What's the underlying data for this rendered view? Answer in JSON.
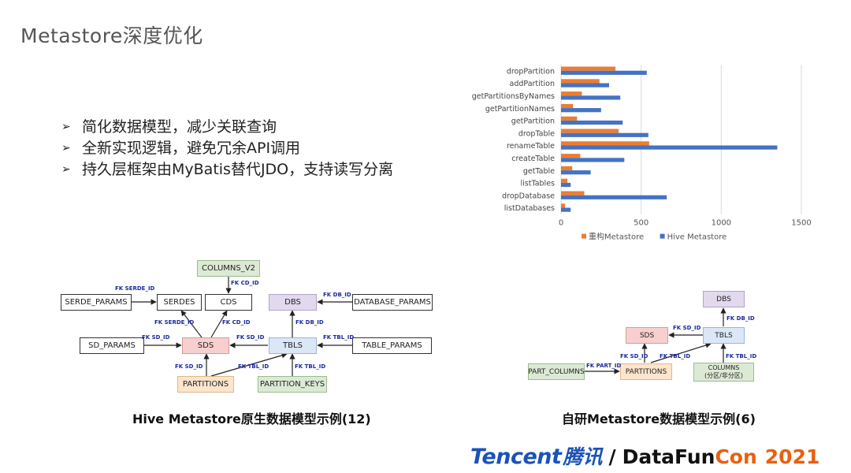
{
  "slide_title": "Metastore深度优化",
  "bullets": [
    "简化数据模型，减少关联查询",
    "全新实现逻辑，避免冗余API调用",
    "持久层框架由MyBatis替代JDO，支持读写分离"
  ],
  "chart_data": {
    "type": "bar",
    "orientation": "horizontal",
    "categories": [
      "dropPartition",
      "addPartition",
      "getPartitionsByNames",
      "getPartitionNames",
      "getPartition",
      "dropTable",
      "renameTable",
      "createTable",
      "getTable",
      "listTables",
      "dropDatabase",
      "listDatabases"
    ],
    "series": [
      {
        "name": "重构Metastore",
        "color": "#ED7D31",
        "values": [
          340,
          240,
          130,
          75,
          100,
          360,
          550,
          120,
          70,
          40,
          145,
          25
        ]
      },
      {
        "name": "Hive Metastore",
        "color": "#4472C4",
        "values": [
          535,
          300,
          370,
          250,
          385,
          545,
          1350,
          395,
          185,
          60,
          660,
          60
        ]
      }
    ],
    "xlim": [
      0,
      1500
    ],
    "xticks": [
      0,
      500,
      1000,
      1500
    ],
    "grid": true,
    "legend": "bottom"
  },
  "diagram_left": {
    "boxes": {
      "columns_v2": "COLUMNS_V2",
      "serde_params": "SERDE_PARAMS",
      "serdes": "SERDES",
      "cds": "CDS",
      "dbs": "DBS",
      "database_params": "DATABASE_PARAMS",
      "sd_params": "SD_PARAMS",
      "sds": "SDS",
      "tbls": "TBLS",
      "table_params": "TABLE_PARAMS",
      "partitions": "PARTITIONS",
      "partition_keys": "PARTITION_KEYS"
    },
    "fk": {
      "serde_id_top": "FK  SERDE_ID",
      "cd_id_top": "FK  CD_ID",
      "db_id_top": "FK  DB_ID",
      "serde_id_mid": "FK  SERDE_ID",
      "cd_id_mid": "FK  CD_ID",
      "db_id_mid": "FK  DB_ID",
      "sd_id_left": "FK  SD_ID",
      "sd_id_right": "FK  SD_ID",
      "tbl_id_right": "FK  TBL_ID",
      "sd_id_bottom": "FK  SD_ID",
      "tbl_id_bottom": "FK  TBL_ID",
      "tbl_id_keys": "FK  TBL_ID"
    },
    "caption": "Hive Metastore原生数据模型示例(12)"
  },
  "diagram_right": {
    "boxes": {
      "dbs": "DBS",
      "sds": "SDS",
      "tbls": "TBLS",
      "part_columns": "PART_COLUMNS",
      "partitions": "PARTITIONS",
      "columns": "COLUMNS",
      "columns_sub": "(分区/非分区)"
    },
    "fk": {
      "db_id": "FK  DB_ID",
      "sd_id_top": "FK  SD_ID",
      "sd_id": "FK  SD_ID",
      "tbl_id": "FK  TBL_ID",
      "part_id": "FK  PART_ID",
      "tbl_id_cols": "FK  TBL_ID"
    },
    "caption": "自研Metastore数据模型示例(6)"
  },
  "logo": {
    "tencent": "Tencent",
    "tencent_cn": "腾讯",
    "slash": "/",
    "datafun": "DataFun",
    "con": "Con",
    "year": "2021"
  }
}
